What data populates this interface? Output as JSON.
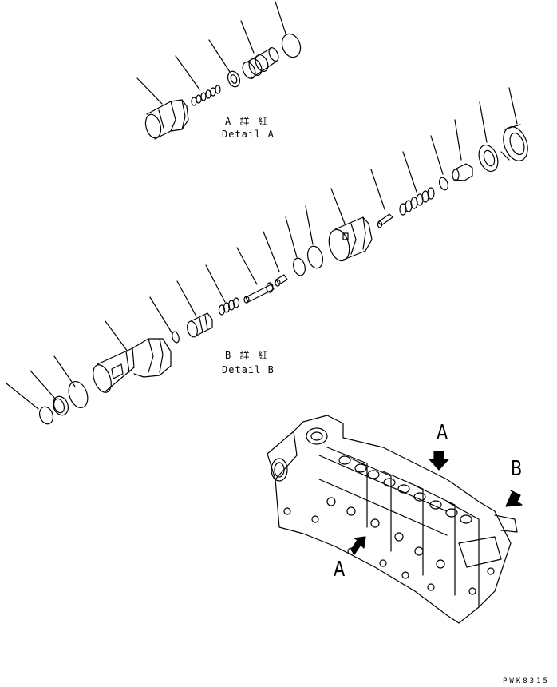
{
  "detail_a": {
    "title_jp": "A 詳 細",
    "title_en": "Detail A"
  },
  "detail_b": {
    "title_jp": "B 詳 細",
    "title_en": "Detail B"
  },
  "callouts": {
    "a_top": "A",
    "a_bottom": "A",
    "b": "B"
  },
  "drawing_code": "PWK8315"
}
